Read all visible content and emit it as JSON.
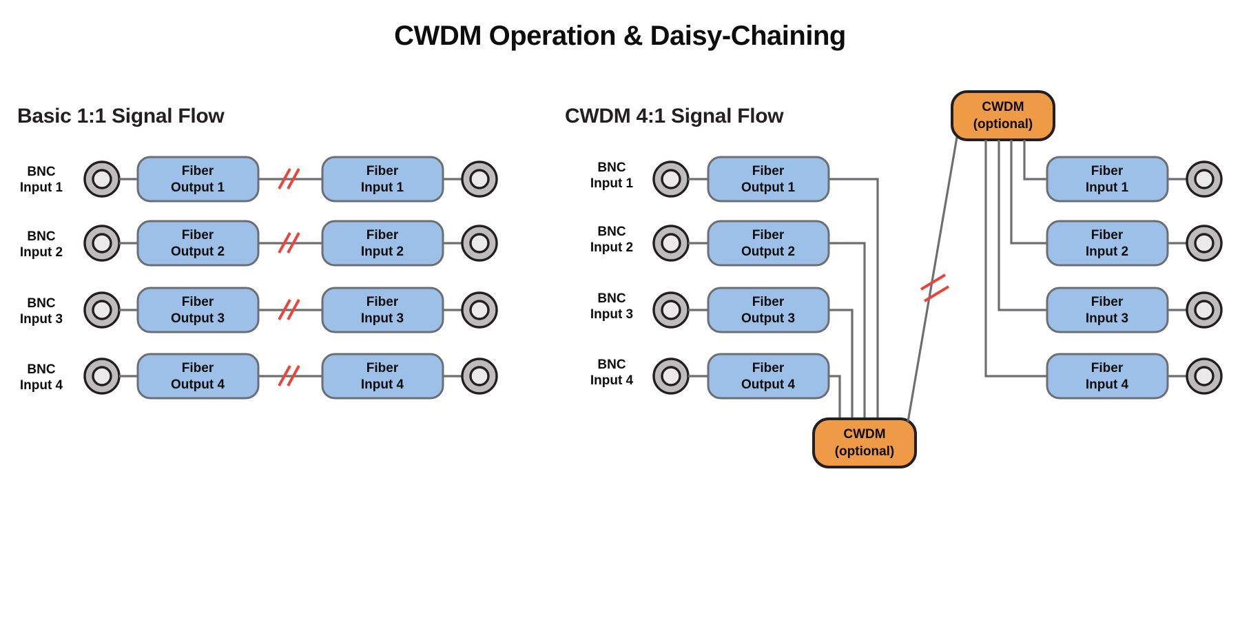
{
  "page": {
    "title": "CWDM Operation & Daisy-Chaining",
    "background_color": "#ffffff"
  },
  "colors": {
    "fiber_box_fill": "#9dc0e8",
    "fiber_box_border": "#6d6e71",
    "cwdm_fill": "#ee9a46",
    "cwdm_border": "#231f20",
    "link_line": "#6d6e71",
    "break_marker": "#e8453c",
    "bnc_outer": "#bdbdbd",
    "bnc_inner": "#eaeaea",
    "text": "#0d0d0d"
  },
  "sections": {
    "basic": {
      "heading": "Basic 1:1 Signal Flow",
      "rows": [
        {
          "bnc_in_line1": "BNC",
          "bnc_in_line2": "Input 1",
          "out_line1": "Fiber",
          "out_line2": "Output 1",
          "in_line1": "Fiber",
          "in_line2": "Input 1"
        },
        {
          "bnc_in_line1": "BNC",
          "bnc_in_line2": "Input 2",
          "out_line1": "Fiber",
          "out_line2": "Output 2",
          "in_line1": "Fiber",
          "in_line2": "Input 2"
        },
        {
          "bnc_in_line1": "BNC",
          "bnc_in_line2": "Input 3",
          "out_line1": "Fiber",
          "out_line2": "Output 3",
          "in_line1": "Fiber",
          "in_line2": "Input 3"
        },
        {
          "bnc_in_line1": "BNC",
          "bnc_in_line2": "Input 4",
          "out_line1": "Fiber",
          "out_line2": "Output 4",
          "in_line1": "Fiber",
          "in_line2": "Input 4"
        }
      ]
    },
    "cwdm": {
      "heading": "CWDM 4:1 Signal Flow",
      "mux_bottom": {
        "line1": "CWDM",
        "line2": "(optional)"
      },
      "mux_top": {
        "line1": "CWDM",
        "line2": "(optional)"
      },
      "rows": [
        {
          "bnc_in_line1": "BNC",
          "bnc_in_line2": "Input 1",
          "out_line1": "Fiber",
          "out_line2": "Output 1",
          "in_line1": "Fiber",
          "in_line2": "Input 1"
        },
        {
          "bnc_in_line1": "BNC",
          "bnc_in_line2": "Input 2",
          "out_line1": "Fiber",
          "out_line2": "Output 2",
          "in_line1": "Fiber",
          "in_line2": "Input 2"
        },
        {
          "bnc_in_line1": "BNC",
          "bnc_in_line2": "Input 3",
          "out_line1": "Fiber",
          "out_line2": "Output 3",
          "in_line1": "Fiber",
          "in_line2": "Input 3"
        },
        {
          "bnc_in_line1": "BNC",
          "bnc_in_line2": "Input 4",
          "out_line1": "Fiber",
          "out_line2": "Output 4",
          "in_line1": "Fiber",
          "in_line2": "Input 4"
        }
      ]
    }
  },
  "icons": {
    "bnc_connector": "bnc-connector-icon",
    "fiber_break": "fiber-break-icon"
  }
}
